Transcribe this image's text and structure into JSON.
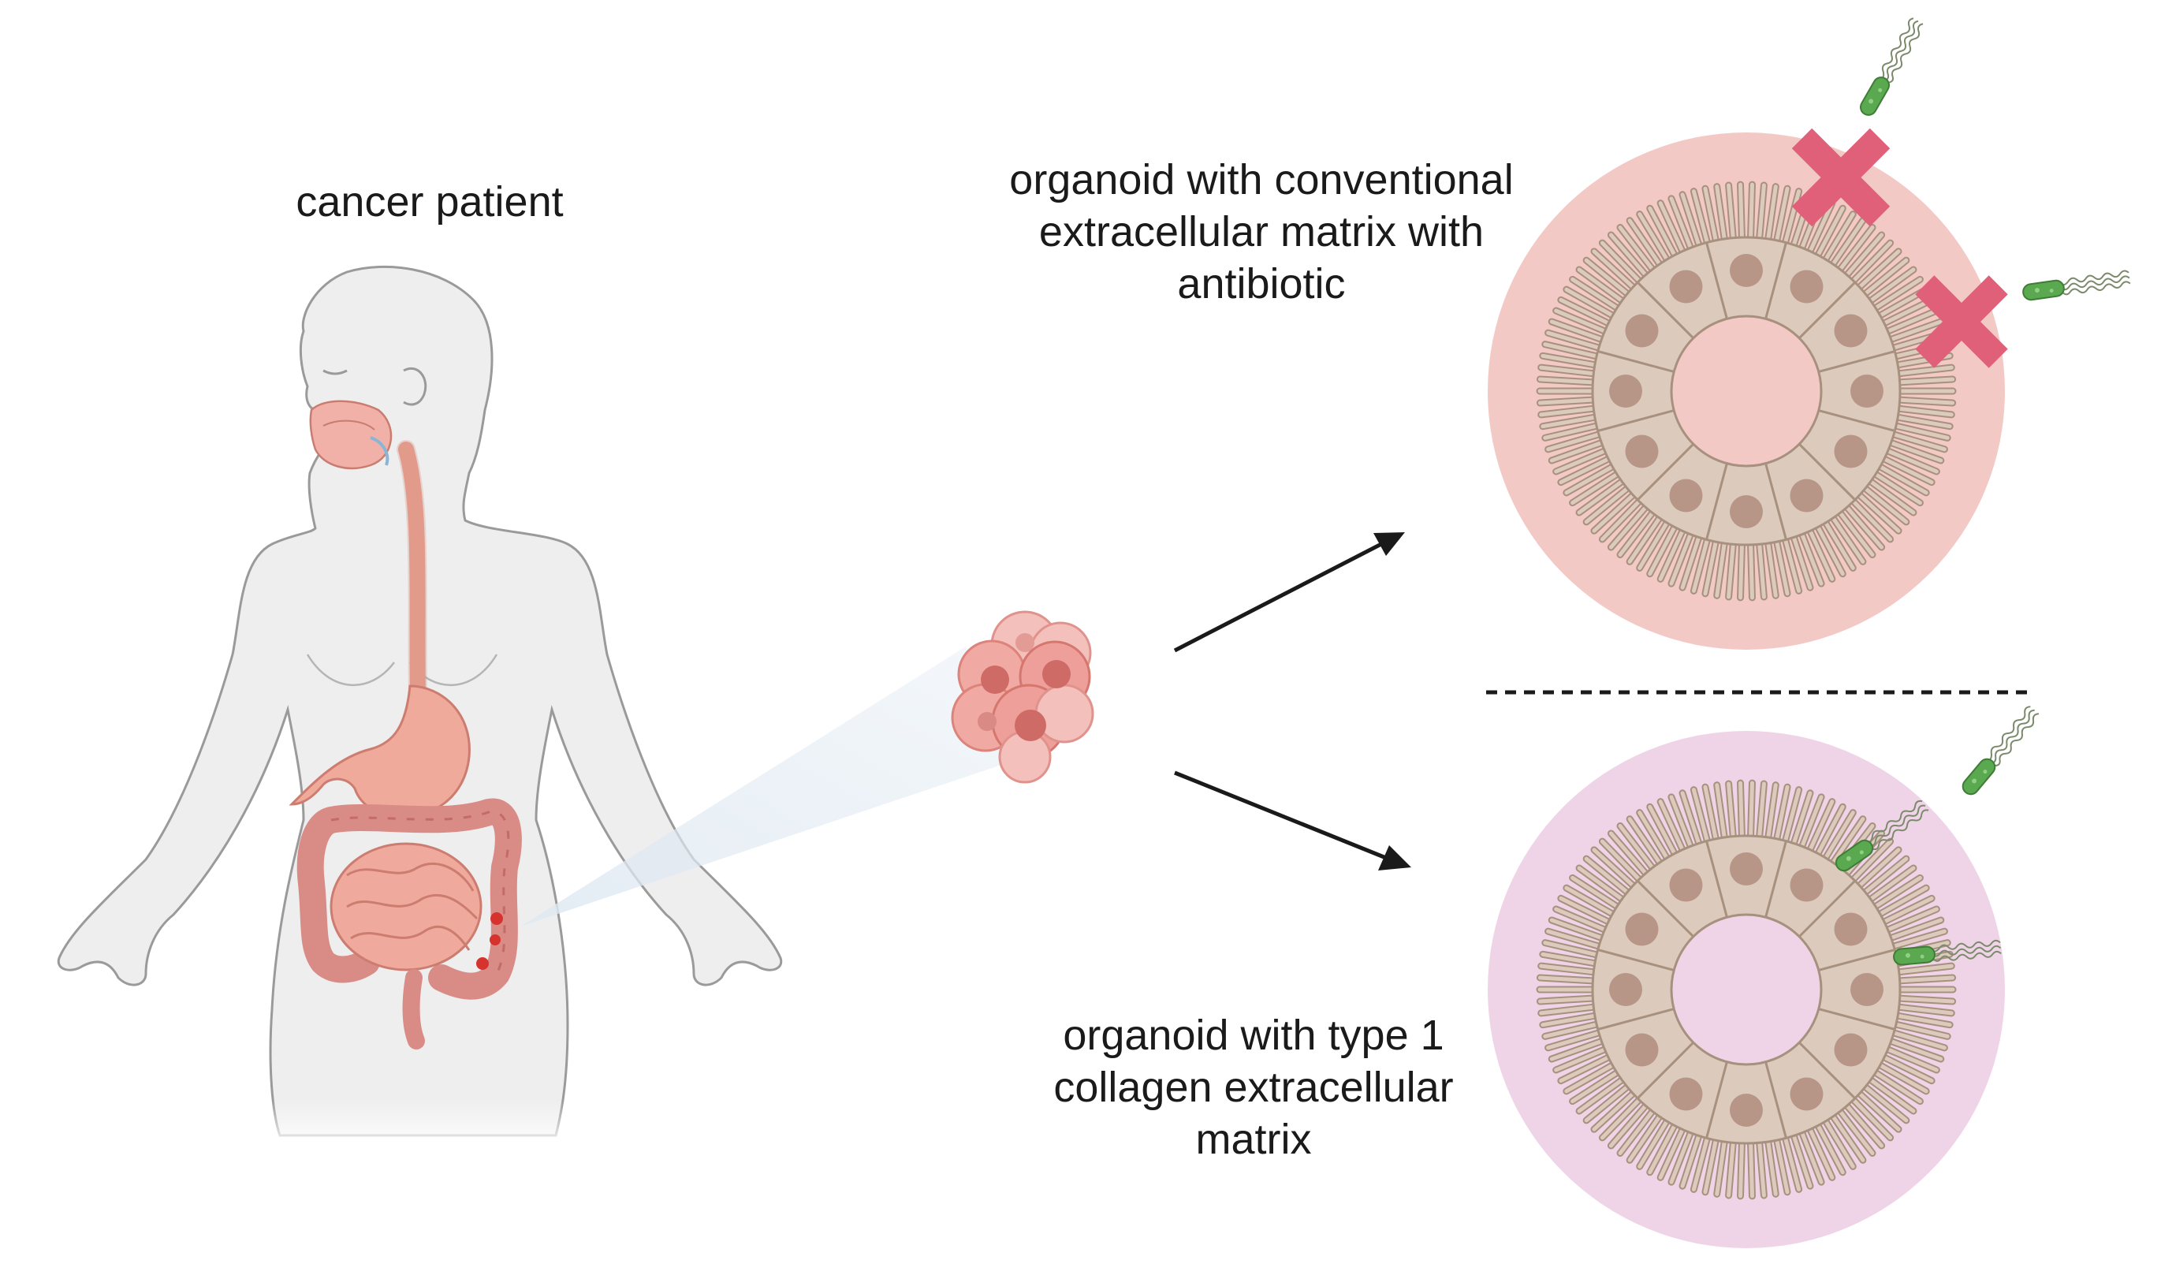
{
  "labels": {
    "patient": "cancer patient",
    "top_organoid": "organoid with conventional\nextracellular matrix with\nantibiotic",
    "bottom_organoid": "organoid with type 1\ncollagen extracellular\nmatrix"
  },
  "colors": {
    "body_fill": "#eeeeee",
    "body_stroke": "#9a9a9a",
    "gi_tract": "#e8a394",
    "top_matrix": "#f3c9c6",
    "bottom_matrix": "#efd4e8",
    "cell_fill": "#dccbbc",
    "cell_stroke": "#a8907e",
    "nucleus": "#b89687",
    "cross_mark": "#e0607a",
    "bacteria": "#5aa850",
    "tumor": "#e78e8a",
    "arrow": "#1a1a1a"
  },
  "icons": [
    "human-body-icon",
    "tumor-cells-icon",
    "bacteria-icon",
    "cross-mark-icon",
    "organoid-icon"
  ]
}
